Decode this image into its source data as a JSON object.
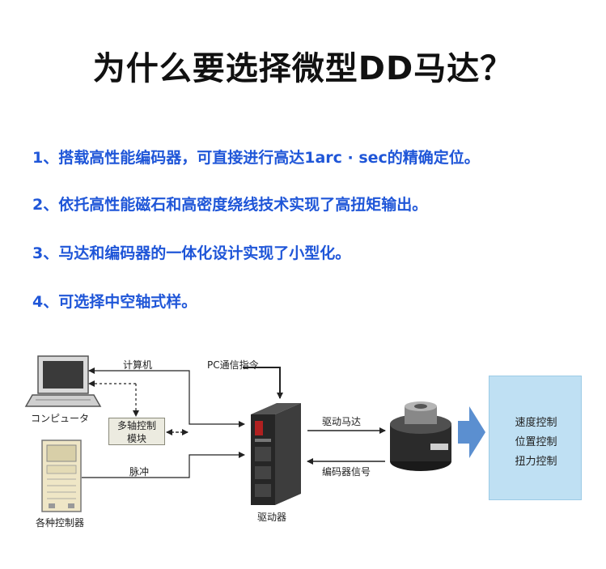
{
  "title": "为什么要选择微型DD马达？",
  "features": [
    "1、搭载高性能编码器，可直接进行高达1arc · sec的精确定位。",
    "2、依托高性能磁石和高密度绕线技术实现了高扭矩输出。",
    "3、马达和编码器的一体化设计实现了小型化。",
    "4、可选择中空轴式样。"
  ],
  "diagram": {
    "computer_label": "コンピュータ",
    "controllers_label": "各种控制器",
    "calc_label": "计算机",
    "pc_command_label": "PC通信指令",
    "module_label_line1": "多轴控制",
    "module_label_line2": "模块",
    "pulse_label": "脉冲",
    "driver_label": "驱动器",
    "drive_motor_label": "驱动马达",
    "encoder_signal_label": "编码器信号",
    "controls": [
      "速度控制",
      "位置控制",
      "扭力控制"
    ],
    "colors": {
      "feature_text": "#1f56d8",
      "panel": "#bfe0f3",
      "big_arrow": "#5b8fd0"
    }
  }
}
